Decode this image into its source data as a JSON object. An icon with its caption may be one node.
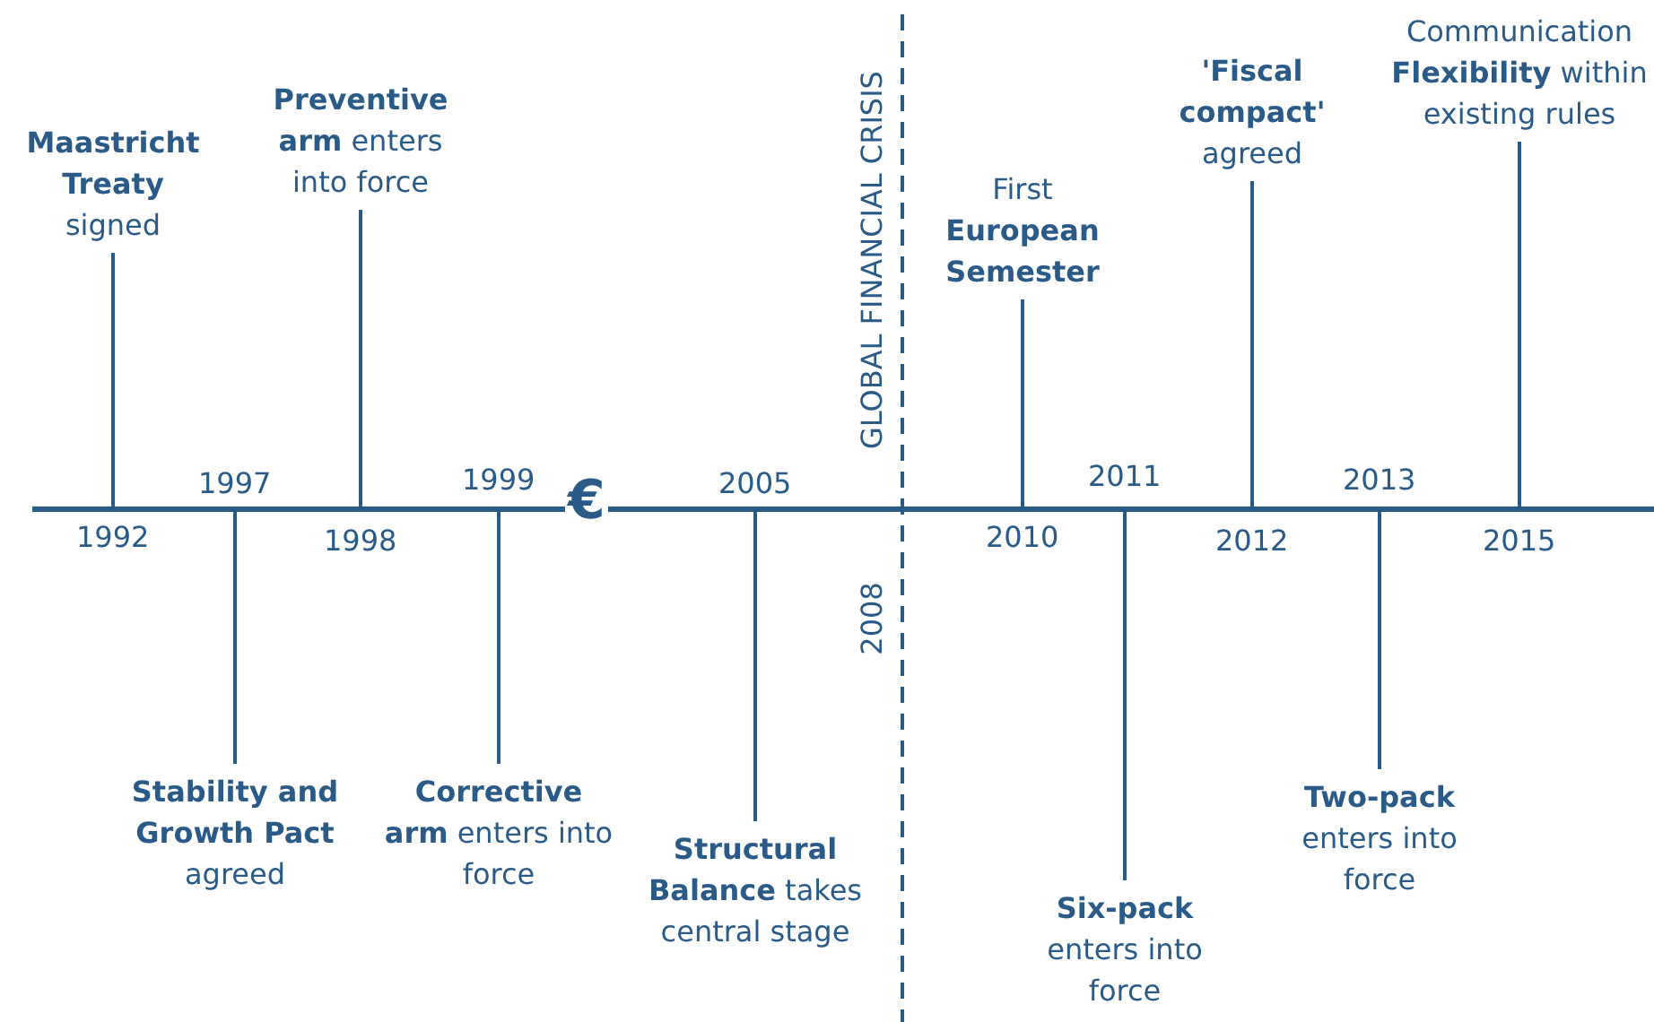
{
  "diagram": {
    "nodes": [
      {
        "text": [
          "**Maastricht Treaty** signed"
        ]
      },
      {
        "text": [
          "**Stability and Growth Pact** agreed"
        ]
      },
      {
        "text": [
          "**Preventive arm** enters into force"
        ]
      },
      {
        "text": [
          "**Corrective arm** enters into force"
        ]
      },
      {
        "text": [
          "**Structural Balance** takes central stage"
        ]
      },
      {
        "text": [
          "First **European Semester**"
        ]
      },
      {
        "text": [
          "**Six-pack** enters into force"
        ]
      },
      {
        "text": [
          "**'Fiscal compact'** agreed"
        ]
      },
      {
        "text": [
          "**Two-pack** enters into force"
        ]
      },
      {
        "text": [
          "Communication **Flexibility** within existing rules"
        ]
      }
    ],
    "edges": [
      {
        "from": 0,
        "to": null,
        "arrow": "none"
      },
      {
        "from": 1,
        "to": null,
        "arrow": "none"
      },
      {
        "from": 2,
        "to": null,
        "arrow": "none"
      },
      {
        "from": 3,
        "to": null,
        "arrow": "none"
      },
      {
        "from": 4,
        "to": null,
        "arrow": "none"
      },
      {
        "from": 5,
        "to": null,
        "arrow": "none"
      },
      {
        "from": 6,
        "to": null,
        "arrow": "none"
      },
      {
        "from": 7,
        "to": null,
        "arrow": "none"
      },
      {
        "from": 8,
        "to": null,
        "arrow": "none"
      },
      {
        "from": 9,
        "to": null,
        "arrow": "none"
      }
    ],
    "labels": [
      "1992",
      "1997",
      "1998",
      "1999",
      "€",
      "2005",
      "GLOBAL FINANCIAL CRISIS",
      "2008",
      "2010",
      "2011",
      "2012",
      "2013",
      "2015"
    ]
  }
}
